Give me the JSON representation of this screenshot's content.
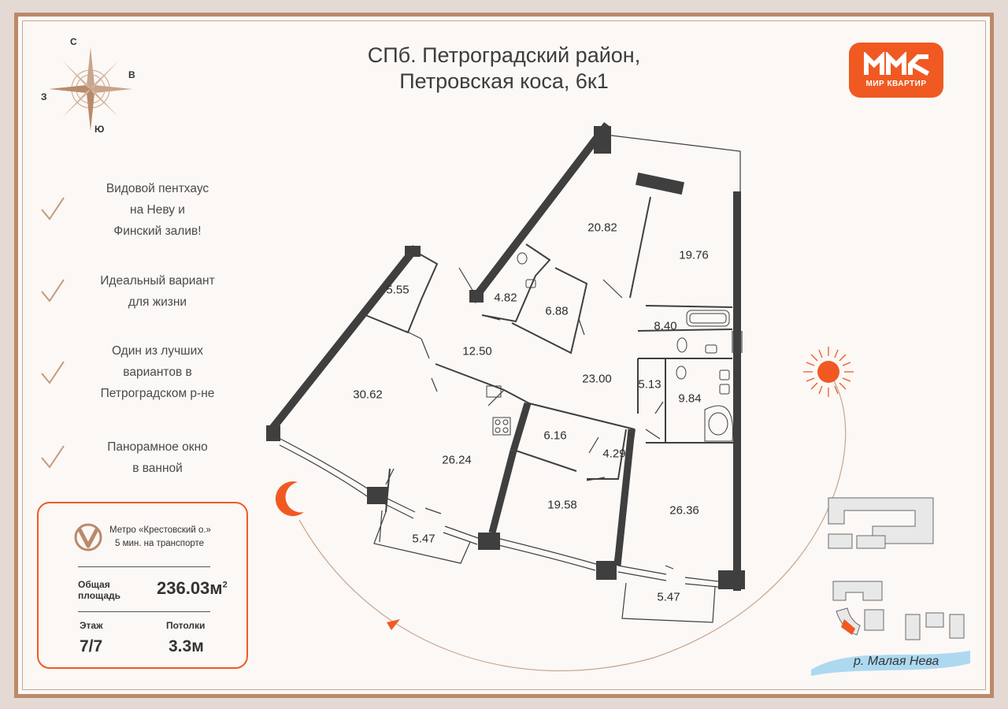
{
  "title": {
    "line1": "СПб. Петроградский район,",
    "line2": "Петровская коса, 6к1"
  },
  "logo": {
    "text": "МИР КВАРТИР",
    "color": "#f05a22"
  },
  "compass": {
    "north": "С",
    "east": "В",
    "west": "З",
    "south": "Ю"
  },
  "features": [
    {
      "lines": [
        "Видовой пентхаус",
        "на Неву и",
        "Финский залив!"
      ]
    },
    {
      "lines": [
        "Идеальный вариант",
        "для жизни"
      ]
    },
    {
      "lines": [
        "Один из лучших",
        "вариантов в",
        "Петроградском  р-не"
      ]
    },
    {
      "lines": [
        "Панорамное окно",
        "в ванной"
      ]
    }
  ],
  "info": {
    "metro_name": "Метро «Крестовский о.»",
    "metro_time": "5 мин. на транспорте",
    "area_label_1": "Общая",
    "area_label_2": "площадь",
    "area_value": "236.03м",
    "area_sup": "2",
    "floor_label": "Этаж",
    "floor_value": "7/7",
    "ceiling_label": "Потолки",
    "ceiling_value": "3.3м"
  },
  "rooms": [
    "20.82",
    "19.76",
    "5.55",
    "4.82",
    "6.88",
    "8.40",
    "12.50",
    "23.00",
    "5.13",
    "9.84",
    "30.62",
    "6.16",
    "4.29",
    "26.24",
    "19.58",
    "26.36",
    "5.47",
    "5.47"
  ],
  "river_label": "р. Малая Нева",
  "colors": {
    "accent": "#f05a22",
    "frame": "#b98a6a",
    "wall": "#3f3f3f",
    "check": "#c49a78",
    "river": "#9fd3ef"
  }
}
